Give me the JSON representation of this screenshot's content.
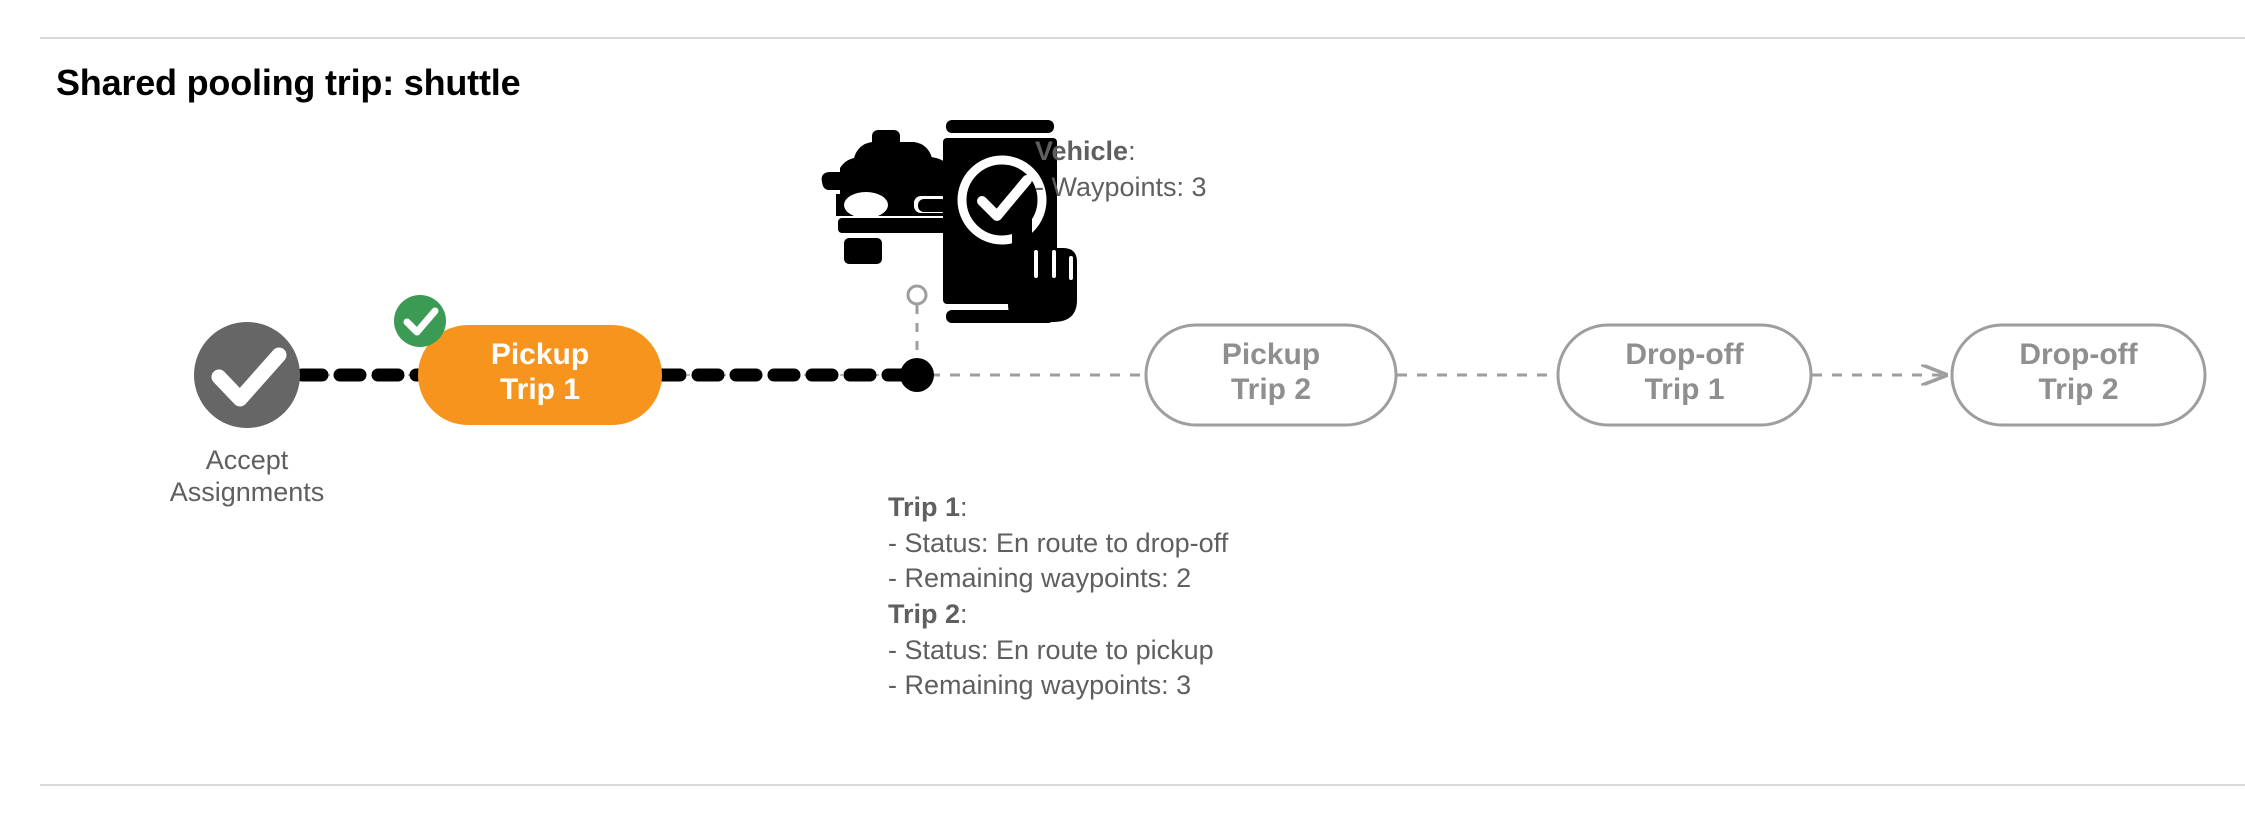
{
  "page": {
    "title": "Shared pooling trip: shuttle",
    "background": "#ffffff",
    "divider_color": "#d9d9d9"
  },
  "colors": {
    "active_node": "#F7941E",
    "completed_node": "#666666",
    "badge_green": "#3B9A53",
    "inactive_outline": "#9e9e9e",
    "inactive_text": "#8f8f8f",
    "body_text": "#5f5f5f",
    "connector_done": "#000000",
    "connector_pending": "#9e9e9e"
  },
  "diagram": {
    "nodes": [
      {
        "id": "accept-assignments",
        "type": "circle-check",
        "label": "Accept\nAssignments",
        "state": "completed"
      },
      {
        "id": "pickup-trip-1",
        "type": "pill",
        "label": "Pickup\nTrip 1",
        "state": "active",
        "badge": "check"
      },
      {
        "id": "pickup-trip-2",
        "type": "pill",
        "label": "Pickup\nTrip 2",
        "state": "pending"
      },
      {
        "id": "drop-off-trip-1",
        "type": "pill",
        "label": "Drop-off\nTrip 1",
        "state": "pending"
      },
      {
        "id": "drop-off-trip-2",
        "type": "pill",
        "label": "Drop-off\nTrip 2",
        "state": "pending"
      }
    ],
    "vehicle_marker": {
      "icon": "car-phone-check-icon",
      "position_label": "current-vehicle-position"
    }
  },
  "annotations": {
    "vehicle": {
      "heading": "Vehicle",
      "heading_suffix": ":",
      "lines": [
        "- Waypoints: 3"
      ]
    },
    "trips": [
      {
        "heading": "Trip 1",
        "heading_suffix": ":",
        "lines": [
          "- Status:  En route to drop-off",
          "- Remaining waypoints: 2"
        ]
      },
      {
        "heading": "Trip 2",
        "heading_suffix": ":",
        "lines": [
          "- Status:  En route to pickup",
          "- Remaining waypoints: 3"
        ]
      }
    ]
  }
}
